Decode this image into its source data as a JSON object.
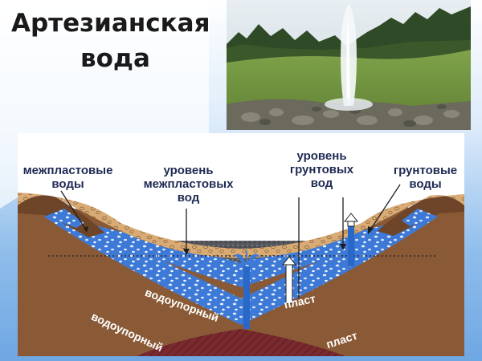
{
  "title": {
    "line1": "Артезианская",
    "line2": "вода"
  },
  "colors": {
    "background_blue": "#7fb4e8",
    "label_text": "#1e2a52",
    "aquifer_blue": "#3d79d6",
    "aquitard_brown": "#8a5a36",
    "bedrock_red": "#7a2a2e",
    "soil_tan": "#d9aa74"
  },
  "labels": {
    "interlayer_waters": "межпластовые воды",
    "interlayer_level": "уровень межпластовых вод",
    "ground_level": "уровень грунтовых вод",
    "ground_waters": "грунтовые воды",
    "aquiclude_1": "водоупорный",
    "aquiclude_2": "водоупорный",
    "layer_1": "пласт",
    "layer_2": "пласт"
  },
  "icons": [
    "fountain-icon",
    "up-arrow-icon",
    "level-arrow-icon"
  ]
}
